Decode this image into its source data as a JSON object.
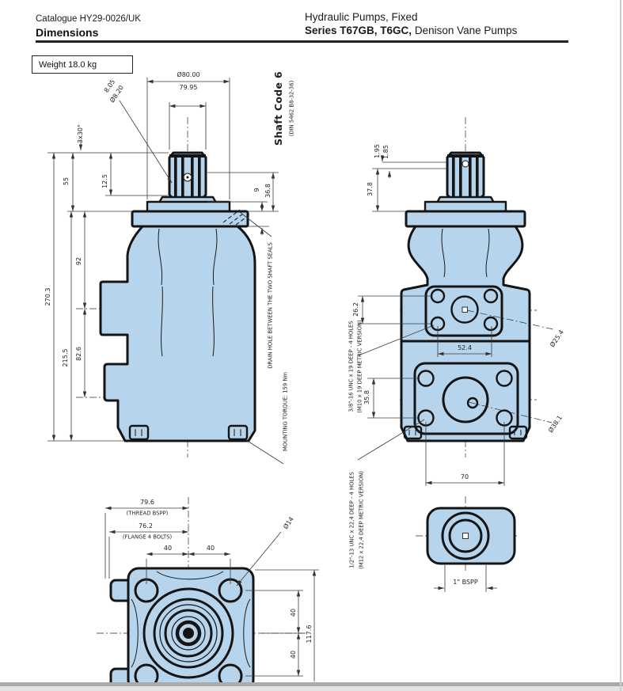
{
  "header": {
    "catalogue": "Catalogue HY29-0026/UK",
    "section": "Dimensions",
    "product_line": "Hydraulic Pumps, Fixed",
    "series_bold": "Series T67GB, T6GC,",
    "series_rest": " Denison Vane Pumps"
  },
  "weight": {
    "label": "Weight 18.0 kg"
  },
  "colors": {
    "body_fill": "#b6d4ec",
    "outline": "#141414",
    "dim_lines": "#3c3c3c"
  },
  "labels": {
    "dia80_top": "Ø80.00",
    "dia80_bot": "79.95",
    "shaft_code": "Shaft Code 6",
    "shaft_code_din": "(DIN 5462 B8-32-36)",
    "d8_top": "8.05",
    "d8_bot": "Ø8.20",
    "chamfer": "3x30°",
    "dim55": "55",
    "dim125": "12.5",
    "dim2703": "270.3",
    "dim2155": "215.5",
    "dim92": "92",
    "dim826": "82.6",
    "dim9": "9",
    "dim368": "36.8",
    "drain_note": "DRAIN HOLE BETWEEN THE TWO SHAFT SEALS",
    "torque_note": "MOUNTING TORQUE: 159 Nm",
    "dim195": "1.95",
    "dim185": "1.85",
    "dim378": "37.8",
    "dim262": "26.2",
    "dim524": "52.4",
    "dim358": "35.8",
    "dim70": "70",
    "dia254": "Ø25.4",
    "dia381": "Ø38.1",
    "unc38": "3/8\"-16 UNC x 19 DEEP - 4 HOLES",
    "m10": "(M10 x 19 DEEP METRIC VERSION)",
    "unc12": "1/2\"-13 UNC x 22,4 DEEP - 4 HOLES",
    "m12": "(M12 x 22,4 DEEP METRIC VERSION)",
    "bspp1": "1\" BSPP",
    "dim796": "79.6",
    "thread_bspp": "(THREAD BSPP)",
    "dim762": "76.2",
    "flange_bolts": "(FLANGE 4 BOLTS)",
    "dim40_t1": "40",
    "dim40_t2": "40",
    "dim40_r1": "40",
    "dim40_r2": "40",
    "dia14": "Ø14",
    "dim1176": "117.6"
  }
}
